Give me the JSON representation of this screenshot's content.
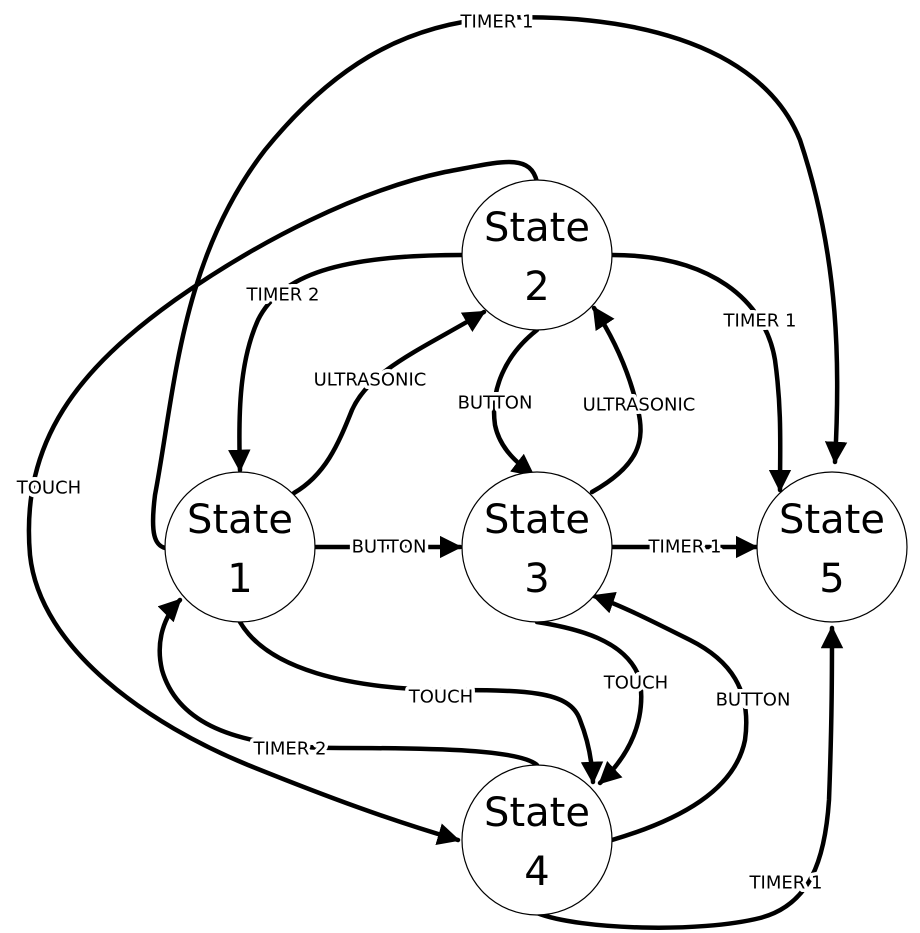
{
  "diagram": {
    "states": [
      {
        "id": "s1",
        "line1": "State",
        "line2": "1"
      },
      {
        "id": "s2",
        "line1": "State",
        "line2": "2"
      },
      {
        "id": "s3",
        "line1": "State",
        "line2": "3"
      },
      {
        "id": "s4",
        "line1": "State",
        "line2": "4"
      },
      {
        "id": "s5",
        "line1": "State",
        "line2": "5"
      }
    ],
    "transitions": [
      {
        "from": "s1",
        "to": "s3",
        "label": "BUTTON"
      },
      {
        "from": "s3",
        "to": "s5",
        "label": "TIMER 1"
      },
      {
        "from": "s2",
        "to": "s3",
        "label": "BUTTON"
      },
      {
        "from": "s3",
        "to": "s2",
        "label": "ULTRASONIC"
      },
      {
        "from": "s2",
        "to": "s5",
        "label": "TIMER 1"
      },
      {
        "from": "s2",
        "to": "s1",
        "label": "TIMER 2"
      },
      {
        "from": "s1",
        "to": "s2",
        "label": "ULTRASONIC"
      },
      {
        "from": "s1",
        "to": "s5",
        "label": "TIMER 1"
      },
      {
        "from": "s2",
        "to": "s4",
        "label": "TOUCH"
      },
      {
        "from": "s1",
        "to": "s4",
        "label": "TOUCH"
      },
      {
        "from": "s3",
        "to": "s4",
        "label": "TOUCH"
      },
      {
        "from": "s4",
        "to": "s3",
        "label": "BUTTON"
      },
      {
        "from": "s4",
        "to": "s1",
        "label": "TIMER 2"
      },
      {
        "from": "s4",
        "to": "s5",
        "label": "TIMER 1"
      }
    ]
  }
}
